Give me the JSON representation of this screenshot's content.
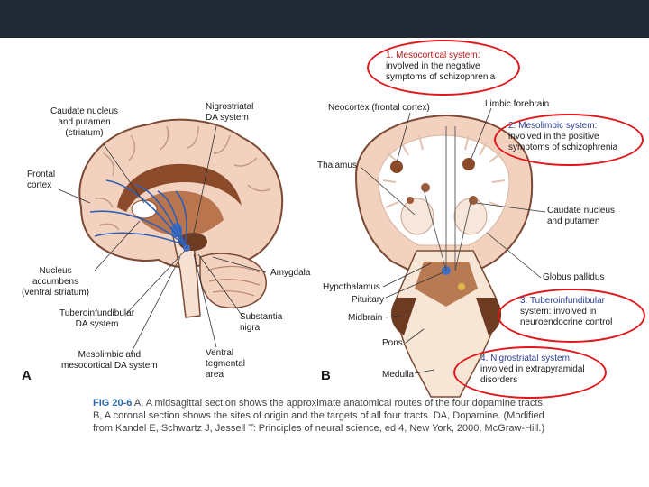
{
  "colors": {
    "topbar": "#1f2833",
    "oval": "#e0161b",
    "brain_pink": "#f3d1bf",
    "brain_dark": "#8b4a2a",
    "tract_blue": "#2f5fb4"
  },
  "panel_a": {
    "letter": "A",
    "labels": {
      "caudate": [
        "Caudate nucleus",
        "and putamen",
        "(striatum)"
      ],
      "nigrostriatal": [
        "Nigrostriatal",
        "DA system"
      ],
      "frontal": [
        "Frontal",
        "cortex"
      ],
      "accumbens": [
        "Nucleus",
        "accumbens",
        "(ventral striatum)"
      ],
      "amygdala": "Amygdala",
      "tuberoinf": [
        "Tuberoinfundibular",
        "DA system"
      ],
      "substantia": [
        "Substantia",
        "nigra"
      ],
      "mesolimbic": [
        "Mesolimbic and",
        "mesocortical DA system"
      ],
      "vta": [
        "Ventral",
        "tegmental",
        "area"
      ]
    }
  },
  "panel_b": {
    "letter": "B",
    "labels": {
      "neocortex": "Neocortex (frontal cortex)",
      "limbic": "Limbic forebrain",
      "thalamus": "Thalamus",
      "caudate": [
        "Caudate nucleus",
        "and putamen"
      ],
      "globus": "Globus pallidus",
      "hypothalamus": "Hypothalamus",
      "pituitary": "Pituitary",
      "midbrain": "Midbrain",
      "pons": "Pons",
      "medulla": "Medulla"
    }
  },
  "annotations": {
    "a1": {
      "title": "1. Mesocortical system:",
      "lines": [
        "involved in the negative",
        "symptoms of schizophrenia"
      ]
    },
    "a2": {
      "title": "2. Mesolimbic system:",
      "lines": [
        "involved in the positive",
        "symptoms of schizophrenia"
      ]
    },
    "a3": {
      "title": "3. Tuberoinfundibular",
      "lines": [
        "system: involved in",
        "neuroendocrine control"
      ]
    },
    "a4": {
      "title": "4. Nigrostriatal system:",
      "lines": [
        "involved in extrapyramidal",
        "disorders"
      ]
    }
  },
  "caption": {
    "fig": "FIG 20-6",
    "text": " A, A midsagittal section shows the approximate anatomical routes of the four dopamine tracts. B, A coronal section shows the sites of origin and the targets of all four tracts. DA, Dopamine. (Modified from Kandel E, Schwartz J, Jessell T: Principles of neural science, ed 4, New York, 2000, McGraw-Hill.)"
  }
}
